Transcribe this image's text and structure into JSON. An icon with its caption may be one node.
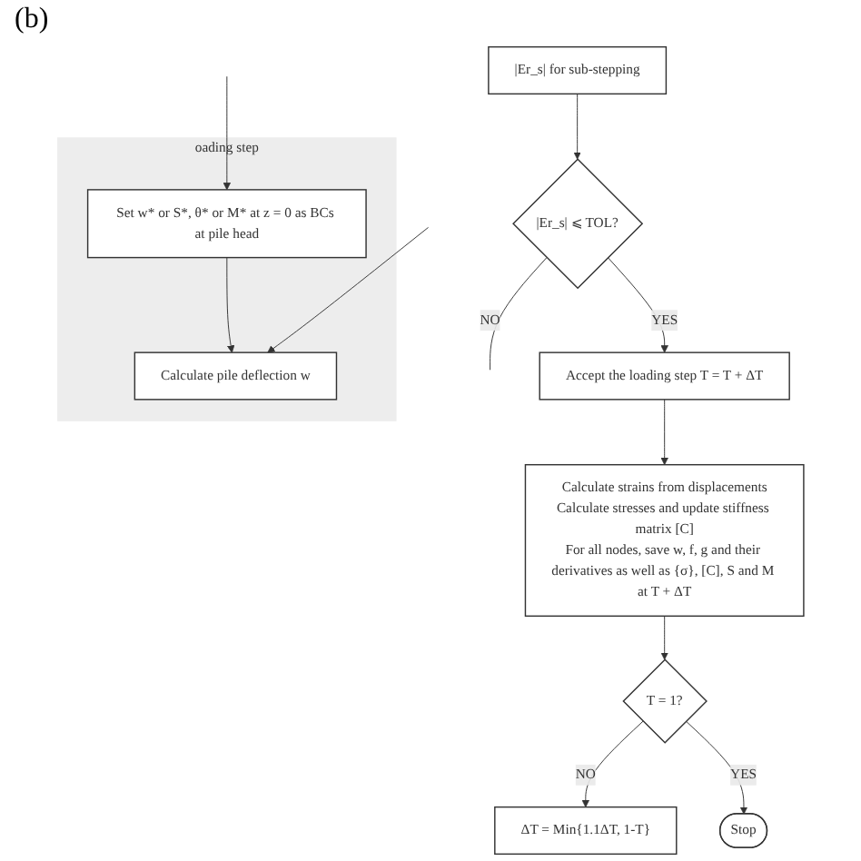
{
  "diagram": {
    "nodes": [
      {
        "text": [
          "ΔT = Min{1.1ΔT, 1-T}"
        ]
      },
      {
        "text": [
          "|Er_s| for sub-stepping"
        ]
      },
      {
        "text": [
          "|Er_s| ⩽ TOL?"
        ]
      },
      {
        "text": [
          "Accept the loading step T = T + ΔT"
        ]
      },
      {
        "text": [
          "Calculate strains from displacements",
          "Calculate stresses and update stiffness matrix [C]",
          "For all nodes, save w, f, g and their derivatives as well as {σ}, [C], S and M at T + ΔT"
        ]
      },
      {
        "text": [
          "T = 1?"
        ]
      },
      {
        "text": [
          "Stop"
        ]
      },
      {
        "text": [
          "oading step"
        ]
      },
      {
        "text": [
          "Set w* or S*, θ* or M* at z = 0 as BCs at pile head"
        ],
        "in": 7
      },
      {
        "text": [
          "Calculate pile deflection w"
        ],
        "in": 7
      }
    ],
    "edges": [
      {
        "from": 1,
        "to": 2,
        "arrow": "to"
      },
      {
        "from": 2,
        "to": null,
        "arrow": "none",
        "label": "NO"
      },
      {
        "from": 2,
        "to": 3,
        "arrow": "to",
        "label": "YES"
      },
      {
        "from": 3,
        "to": 4,
        "arrow": "to"
      },
      {
        "from": 4,
        "to": 5,
        "arrow": "to"
      },
      {
        "from": 5,
        "to": 0,
        "arrow": "to",
        "label": "NO"
      },
      {
        "from": 5,
        "to": 6,
        "arrow": "to",
        "label": "YES"
      },
      {
        "from": null,
        "to": 8,
        "arrow": "to"
      },
      {
        "from": 8,
        "to": 9,
        "arrow": "to"
      },
      {
        "from": null,
        "to": 9,
        "arrow": "to"
      }
    ],
    "labels": [
      "(b)"
    ]
  }
}
